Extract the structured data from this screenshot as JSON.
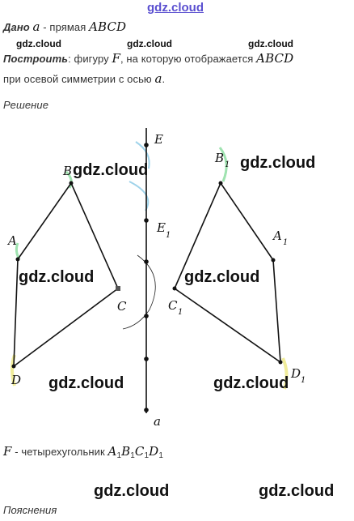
{
  "watermark": "gdz.cloud",
  "given": {
    "label": "Дано",
    "line_symbol": "a",
    "text_mid": " - прямая ",
    "figure": "ABCD"
  },
  "task": {
    "label": "Построить",
    "text1": ": фигуру ",
    "F": "F",
    "text2": ", на которую отображается ",
    "figure": "ABCD",
    "text3": "при осевой симметрии с осью ",
    "axis": "a",
    "end": "."
  },
  "solution_title": "Решение",
  "points": {
    "E": "E",
    "E1": "E",
    "E1_sub": "1",
    "A": "A",
    "B": "B",
    "C": "C",
    "D": "D",
    "A1": "A",
    "B1": "B",
    "C1": "C",
    "D1": "D",
    "sub1": "1",
    "axis": "a"
  },
  "result": {
    "F": "F",
    "text": " - четырехугольник ",
    "letters": [
      "A",
      "B",
      "C",
      "D"
    ],
    "sub": "1"
  },
  "explanations_title": "Пояснения",
  "colors": {
    "watermark_top": "#5a4fd0",
    "arc_blue": "#9fd3ea",
    "arc_green": "#9fe3b0",
    "arc_yellow": "#f0ec9a"
  }
}
